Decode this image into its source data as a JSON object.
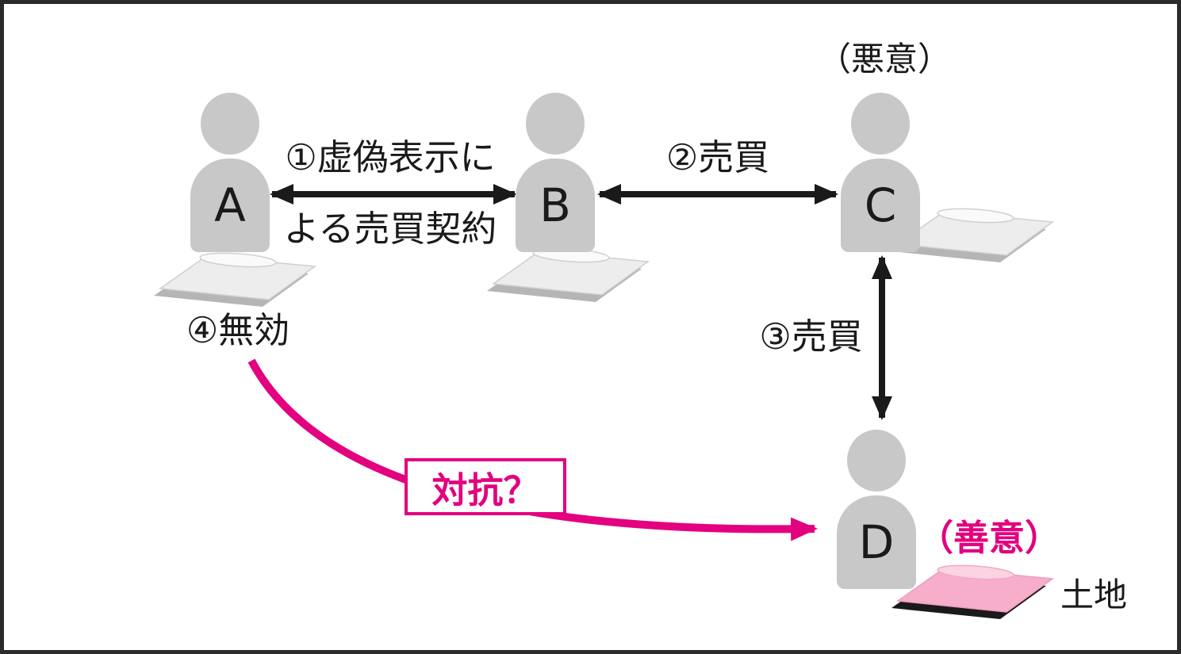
{
  "persons": {
    "a": {
      "label": "A"
    },
    "b": {
      "label": "B"
    },
    "c": {
      "label": "C",
      "annotation": "（悪意）"
    },
    "d": {
      "label": "D",
      "annotation": "（善意）"
    }
  },
  "relations": {
    "ab_line1": "①虚偽表示に",
    "ab_line2": "よる売買契約",
    "bc": "②売買",
    "cd": "③売買",
    "invalid": "④無効",
    "opposition": "対抗？"
  },
  "land": {
    "label": "土地"
  },
  "colors": {
    "accent_pink": "#e3017f",
    "person_gray": "#c8c8c8",
    "arrow_black": "#1a1a1a",
    "land_gray_top": "#ededed",
    "land_gray_shadow": "#b5b5b5",
    "land_pink_top": "#f6aecb",
    "land_pink_shadow": "#1a1a1a"
  }
}
